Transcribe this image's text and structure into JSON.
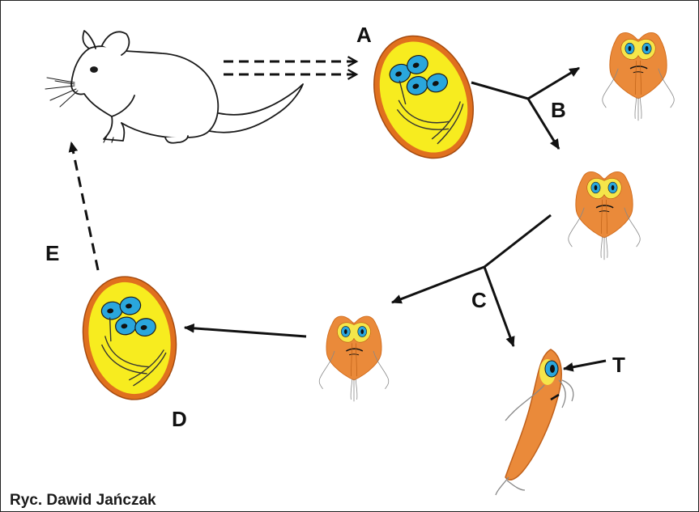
{
  "labels": {
    "a": "A",
    "b": "B",
    "c": "C",
    "d": "D",
    "e": "E",
    "t": "T"
  },
  "credit": "Ryc. Dawid Jańczak",
  "colors": {
    "cyst_outer": "#e0701e",
    "cyst_inner": "#f7ec1f",
    "nucleus": "#2aa6dc",
    "trophozoite_body": "#ea8a3a",
    "trophozoite_disc": "#f5e64a",
    "arrow": "#111111"
  },
  "nodes": [
    {
      "id": "host",
      "icon": "chinchilla-icon"
    },
    {
      "id": "A",
      "icon": "cyst-icon"
    },
    {
      "id": "B",
      "icon": "trophozoite-icon"
    },
    {
      "id": "C",
      "icon": "trophozoite-icon"
    },
    {
      "id": "C-left",
      "icon": "trophozoite-icon"
    },
    {
      "id": "T",
      "icon": "trophozoite-side-view-icon"
    },
    {
      "id": "D",
      "icon": "cyst-icon"
    }
  ],
  "edges": [
    {
      "from": "host",
      "to": "A",
      "style": "double-dashed"
    },
    {
      "from": "A",
      "to": "B",
      "style": "solid-branch"
    },
    {
      "from": "A",
      "to": "C",
      "style": "solid-branch"
    },
    {
      "from": "C",
      "to": "C-left",
      "style": "solid-branch"
    },
    {
      "from": "C",
      "to": "T",
      "style": "solid-branch"
    },
    {
      "from": "C-left",
      "to": "D",
      "style": "solid"
    },
    {
      "from": "D",
      "to": "host",
      "style": "dashed",
      "label": "E"
    }
  ]
}
